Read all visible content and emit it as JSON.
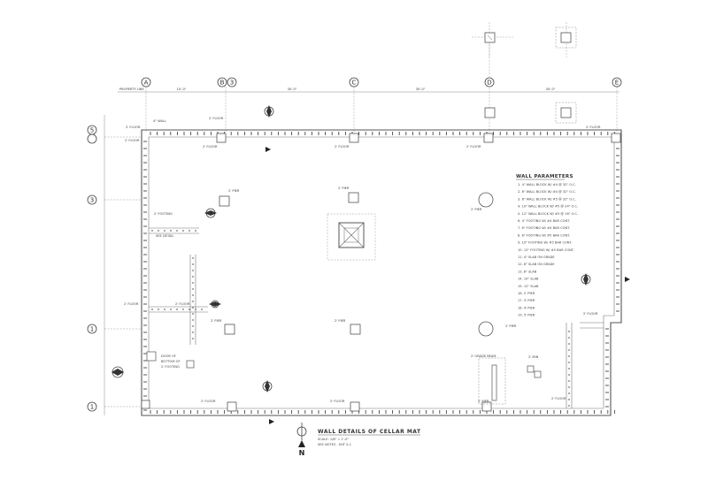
{
  "grid_bubbles_top": [
    "A",
    "B",
    "3",
    "C",
    "D",
    "E"
  ],
  "grid_bubbles_left": [
    "5",
    "3",
    "1",
    "1"
  ],
  "dimensions_top": [
    "10'-0\"",
    "30'-0\"",
    "30'-0\"",
    "30'-0\""
  ],
  "top_left_dim_label": "PROPERTY LINE",
  "wall_tags": {
    "tag_1": "2' FLOOR",
    "tag_2": "2' FLOOR",
    "tag_3": "2' FLOOR",
    "tag_4": "2' FLOOR",
    "tag_5": "2' FLOOR",
    "tag_6": "2' FLOOR",
    "tag_7": "2' FLOOR",
    "tag_8": "2' FLOOR",
    "tag_9": "2' FLOOR",
    "tag_10": "2' FLOOR",
    "tag_11": "2' FLOOR",
    "tag_12": "2' FLOOR"
  },
  "pier_tags": {
    "p1": "2' PIER",
    "p2": "2' PIER",
    "p3": "2' PIER",
    "p4": "2' PIER",
    "p5": "2' PIER",
    "p6": "2' PIER",
    "p7": "2' PIER"
  },
  "callouts": {
    "c1": "4\" WALL",
    "c2": "SEE DETAIL",
    "c3": "2' FOOTING",
    "c4": "DOOR OF",
    "c5": "BOTTOM OF",
    "c6": "2' FOOTING",
    "c7": "2' GRADE BEAM",
    "c8": "2' MIN",
    "c9": "2' FLOOR"
  },
  "legend": {
    "title": "WALL PARAMETERS",
    "items": [
      "1. 4\" WALL BLOCK W/ #4 @ 32\" O.C.",
      "2. 6\" WALL BLOCK W/ #4 @ 32\" O.C.",
      "3. 8\" WALL BLOCK W/ #5 @ 32\" O.C.",
      "4. 10\" WALL BLOCK W/ #5 @ 24\" O.C.",
      "5. 12\" WALL BLOCK W/ #5 @ 16\" O.C.",
      "6. 4\" FOOTING W/ #4 BAR CONT.",
      "7. 6\" FOOTING W/ #4 BAR CONT.",
      "8. 8\" FOOTING W/ #5 BAR CONT.",
      "9. 10\" FOOTING W/ #5 BAR CONT.",
      "10. 12\" FOOTING W/ #5 BAR CONT.",
      "11. 4\" SLAB ON GRADE",
      "12. 6\" SLAB ON GRADE",
      "13. 8\" SLAB",
      "14. 10\" SLAB",
      "15. 12\" SLAB",
      "16. 2' PIER",
      "17. 3' PIER",
      "18. 4' PIER",
      "19. 5' PIER"
    ]
  },
  "title_block": {
    "title": "WALL DETAILS OF CELLAR MAT",
    "line2": "SCALE: 1/8\" = 1'-0\"",
    "line3": "SEE NOTES - SHT S-1"
  },
  "north_arrow": {
    "label": "N"
  }
}
